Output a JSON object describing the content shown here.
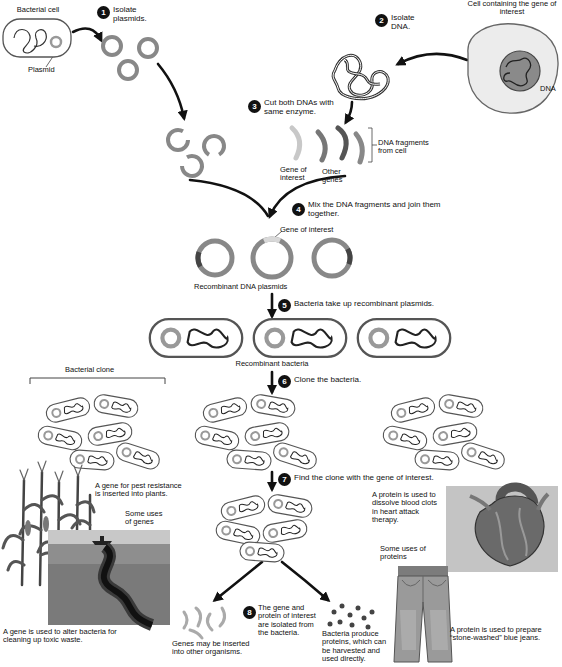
{
  "diagram": {
    "nodes": [
      {
        "text": [
          "Bacterial cell"
        ]
      },
      {
        "text": [
          "Cell containing the gene of interest"
        ]
      }
    ],
    "labels": [
      "Plasmid",
      "1",
      "Isolate plasmids.",
      "2",
      "Isolate DNA.",
      "DNA",
      "3",
      "Cut both DNAs with same enzyme.",
      "Gene of interest",
      "Other genes",
      "DNA fragments from cell",
      "4",
      "Mix the DNA fragments and join them together.",
      "Gene of interest",
      "Recombinant DNA plasmids",
      "5",
      "Bacteria take up recombinant plasmids.",
      "Recombinant bacteria",
      "Bacterial clone",
      "6",
      "Clone the bacteria.",
      "7",
      "Find the clone with the gene of interest.",
      "A gene for pest resistance is inserted into plants.",
      "Some uses of genes",
      "A protein is used to dissolve blood clots in heart attack therapy.",
      "Some uses of proteins",
      "A gene is used to alter bacteria for cleaning up toxic waste.",
      "Genes may be inserted into other organisms.",
      "8",
      "The gene and protein of interest are isolated from the bacteria.",
      "Bacteria produce proteins, which can be harvested and used directly.",
      "A protein is used to prepare “stone-washed” blue jeans."
    ]
  }
}
